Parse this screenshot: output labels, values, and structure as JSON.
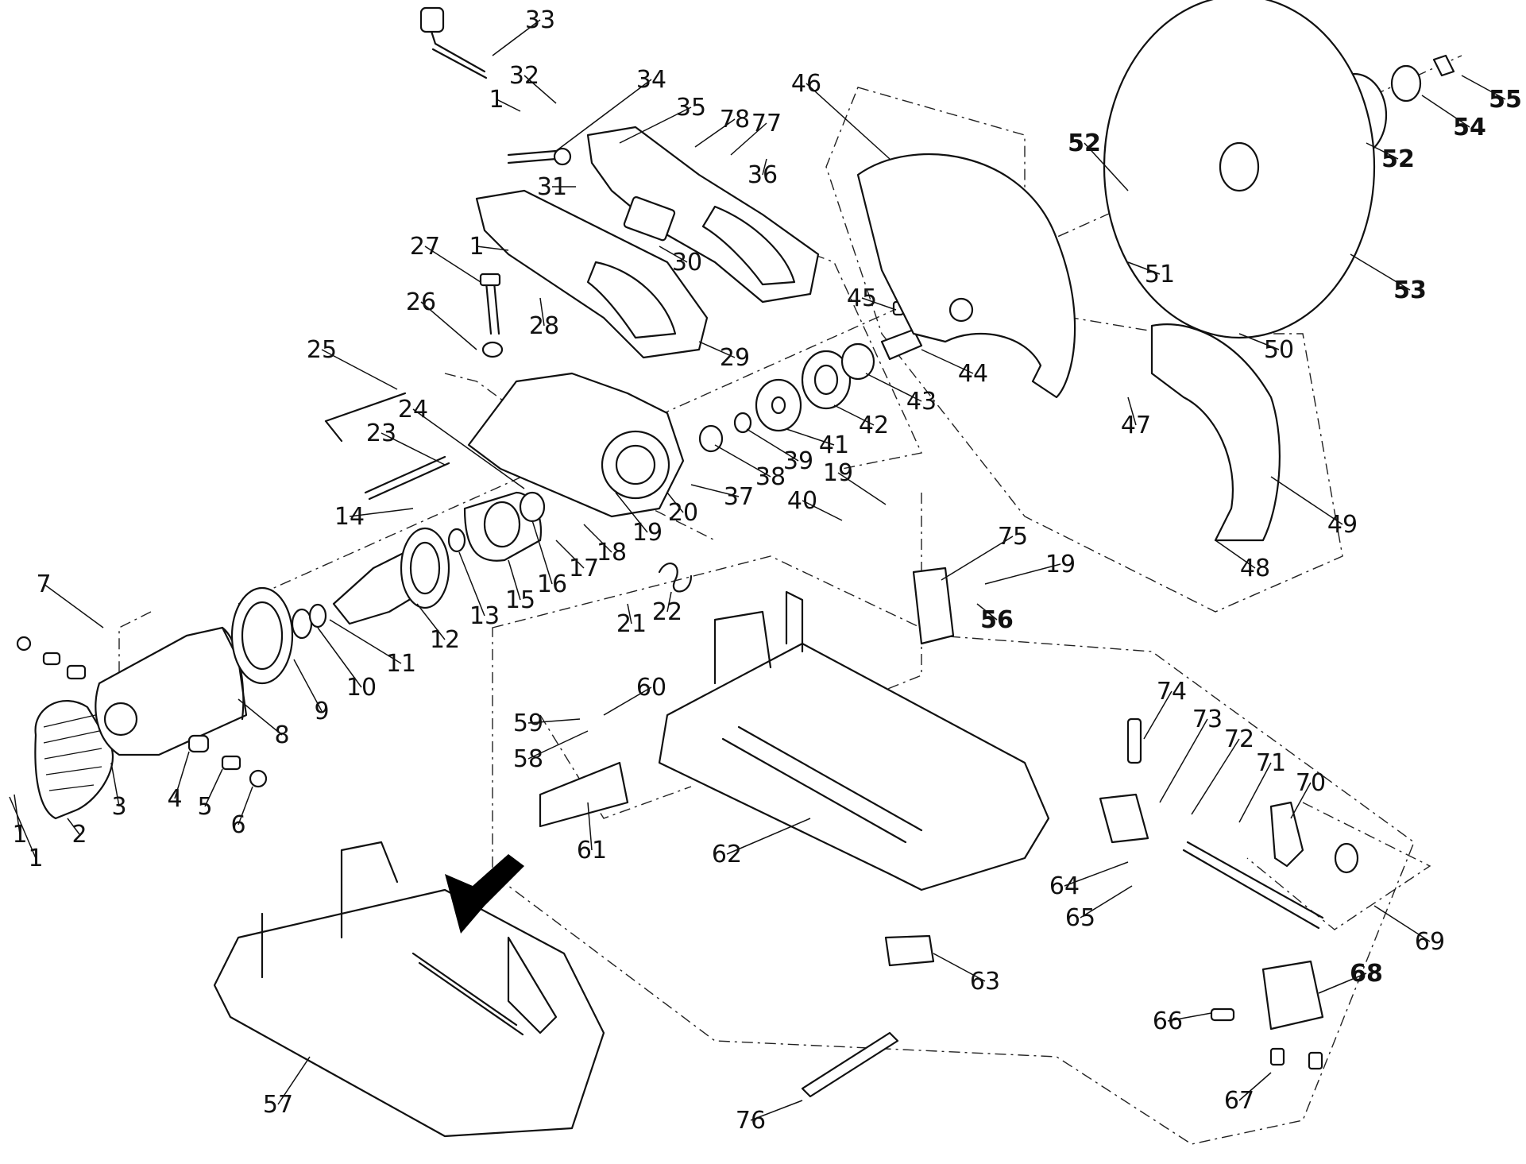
{
  "figure": {
    "type": "exploded-parts-diagram",
    "part_numbers": [
      "1",
      "2",
      "3",
      "4",
      "5",
      "6",
      "7",
      "8",
      "9",
      "10",
      "11",
      "12",
      "13",
      "14",
      "15",
      "16",
      "17",
      "18",
      "19",
      "20",
      "21",
      "22",
      "23",
      "24",
      "25",
      "26",
      "27",
      "28",
      "29",
      "30",
      "31",
      "32",
      "33",
      "34",
      "35",
      "36",
      "37",
      "38",
      "39",
      "40",
      "41",
      "42",
      "43",
      "44",
      "45",
      "46",
      "47",
      "48",
      "49",
      "50",
      "51",
      "52",
      "53",
      "54",
      "55",
      "56",
      "57",
      "58",
      "59",
      "60",
      "61",
      "62",
      "63",
      "64",
      "65",
      "66",
      "67",
      "68",
      "69",
      "70",
      "71",
      "72",
      "73",
      "74",
      "75",
      "76",
      "77",
      "78"
    ]
  },
  "callouts": [
    {
      "id": "p1a",
      "text": "1"
    },
    {
      "id": "p2",
      "text": "2"
    },
    {
      "id": "p3",
      "text": "3"
    },
    {
      "id": "p4",
      "text": "4"
    },
    {
      "id": "p5",
      "text": "5"
    },
    {
      "id": "p6",
      "text": "6"
    },
    {
      "id": "p7",
      "text": "7"
    },
    {
      "id": "p8",
      "text": "8"
    },
    {
      "id": "p9",
      "text": "9"
    },
    {
      "id": "p10",
      "text": "10"
    },
    {
      "id": "p11",
      "text": "11"
    },
    {
      "id": "p12",
      "text": "12"
    },
    {
      "id": "p13",
      "text": "13"
    },
    {
      "id": "p14",
      "text": "14"
    },
    {
      "id": "p15",
      "text": "15"
    },
    {
      "id": "p16",
      "text": "16"
    },
    {
      "id": "p17",
      "text": "17"
    },
    {
      "id": "p18",
      "text": "18"
    },
    {
      "id": "p19a",
      "text": "19"
    },
    {
      "id": "p19b",
      "text": "19"
    },
    {
      "id": "p19c",
      "text": "19"
    },
    {
      "id": "p20",
      "text": "20"
    },
    {
      "id": "p21",
      "text": "21"
    },
    {
      "id": "p22",
      "text": "22"
    },
    {
      "id": "p23",
      "text": "23"
    },
    {
      "id": "p24",
      "text": "24"
    },
    {
      "id": "p25",
      "text": "25"
    },
    {
      "id": "p26",
      "text": "26"
    },
    {
      "id": "p27",
      "text": "27"
    },
    {
      "id": "p28",
      "text": "28"
    },
    {
      "id": "p29",
      "text": "29"
    },
    {
      "id": "p30",
      "text": "30"
    },
    {
      "id": "p31",
      "text": "31"
    },
    {
      "id": "p32",
      "text": "32"
    },
    {
      "id": "p33",
      "text": "33"
    },
    {
      "id": "p34",
      "text": "34"
    },
    {
      "id": "p35",
      "text": "35"
    },
    {
      "id": "p36",
      "text": "36"
    },
    {
      "id": "p37",
      "text": "37"
    },
    {
      "id": "p38",
      "text": "38"
    },
    {
      "id": "p39",
      "text": "39"
    },
    {
      "id": "p40",
      "text": "40"
    },
    {
      "id": "p41",
      "text": "41"
    },
    {
      "id": "p42",
      "text": "42"
    },
    {
      "id": "p43",
      "text": "43"
    },
    {
      "id": "p44",
      "text": "44"
    },
    {
      "id": "p45",
      "text": "45"
    },
    {
      "id": "p46",
      "text": "46"
    },
    {
      "id": "p47",
      "text": "47"
    },
    {
      "id": "p48",
      "text": "48"
    },
    {
      "id": "p49",
      "text": "49"
    },
    {
      "id": "p50",
      "text": "50"
    },
    {
      "id": "p51",
      "text": "51"
    },
    {
      "id": "p52a",
      "text": "52"
    },
    {
      "id": "p52b",
      "text": "52"
    },
    {
      "id": "p53",
      "text": "53"
    },
    {
      "id": "p54",
      "text": "54"
    },
    {
      "id": "p55",
      "text": "55"
    },
    {
      "id": "p56",
      "text": "56"
    },
    {
      "id": "p57",
      "text": "57"
    },
    {
      "id": "p58",
      "text": "58"
    },
    {
      "id": "p59",
      "text": "59"
    },
    {
      "id": "p60",
      "text": "60"
    },
    {
      "id": "p61",
      "text": "61"
    },
    {
      "id": "p62",
      "text": "62"
    },
    {
      "id": "p63",
      "text": "63"
    },
    {
      "id": "p64",
      "text": "64"
    },
    {
      "id": "p65",
      "text": "65"
    },
    {
      "id": "p66",
      "text": "66"
    },
    {
      "id": "p67",
      "text": "67"
    },
    {
      "id": "p68",
      "text": "68"
    },
    {
      "id": "p69",
      "text": "69"
    },
    {
      "id": "p70",
      "text": "70"
    },
    {
      "id": "p71",
      "text": "71"
    },
    {
      "id": "p72",
      "text": "72"
    },
    {
      "id": "p73",
      "text": "73"
    },
    {
      "id": "p74",
      "text": "74"
    },
    {
      "id": "p75",
      "text": "75"
    },
    {
      "id": "p76",
      "text": "76"
    },
    {
      "id": "p77",
      "text": "77"
    },
    {
      "id": "p78",
      "text": "78"
    },
    {
      "id": "p1b",
      "text": "1"
    },
    {
      "id": "p1c",
      "text": "1"
    },
    {
      "id": "p1d",
      "text": "1"
    }
  ],
  "colors": {
    "ink": "#111111",
    "paper": "#ffffff"
  }
}
